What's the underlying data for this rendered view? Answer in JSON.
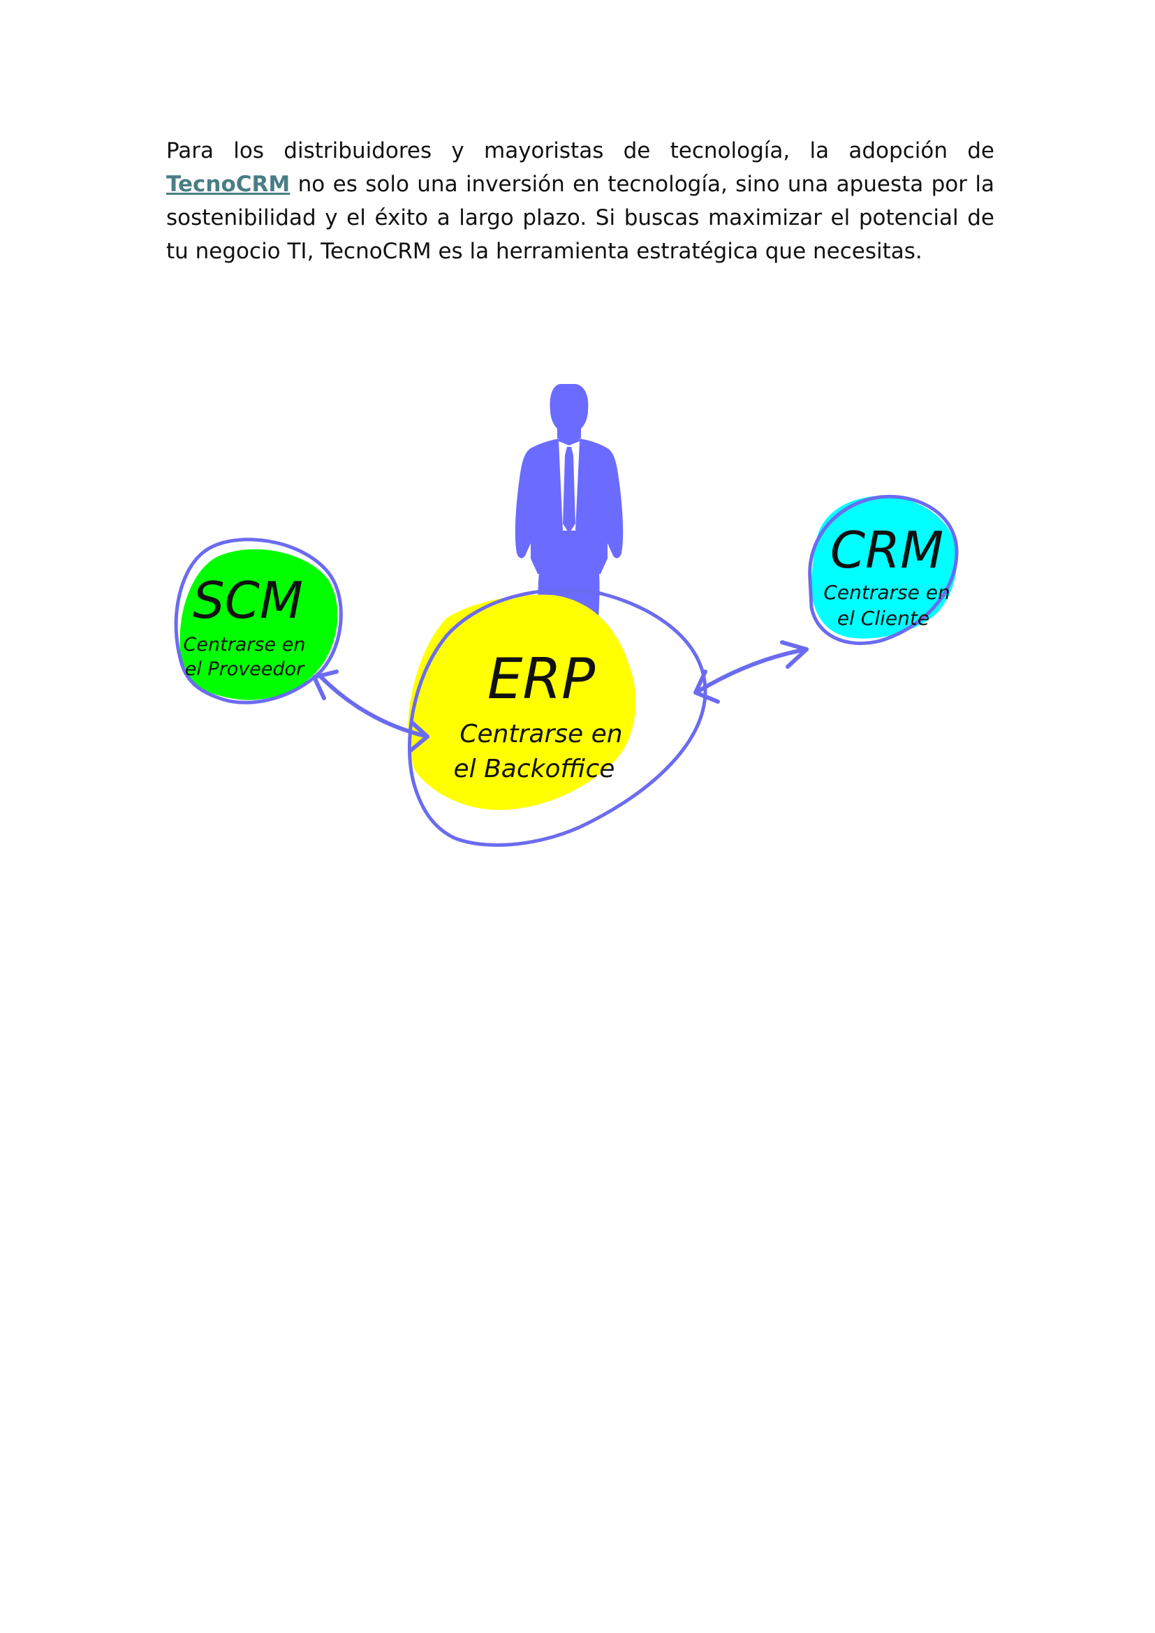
{
  "paragraph": {
    "text_before": "Para los distribuidores y mayoristas de tecnología, la adopción de ",
    "link_text": "TecnoCRM",
    "text_after": " no es solo una inversión en tecnología, sino una apuesta por la sostenibilidad y el éxito a largo plazo. Si buscas maximizar el potencial de tu negocio TI, TecnoCRM es la herramienta estratégica que necesitas."
  },
  "diagram": {
    "colors": {
      "figure": "#6b6bff",
      "outline": "#6b6bf0",
      "scm_fill": "#00ff00",
      "erp_fill": "#ffff00",
      "crm_fill": "#00ffff"
    },
    "scm": {
      "title": "SCM",
      "line1": "Centrarse en",
      "line2": "el Proveedor"
    },
    "erp": {
      "title": "ERP",
      "line1": "Centrarse en",
      "line2": "el Backoffice"
    },
    "crm": {
      "title": "CRM",
      "line1": "Centrarse en",
      "line2": "el Cliente"
    }
  }
}
